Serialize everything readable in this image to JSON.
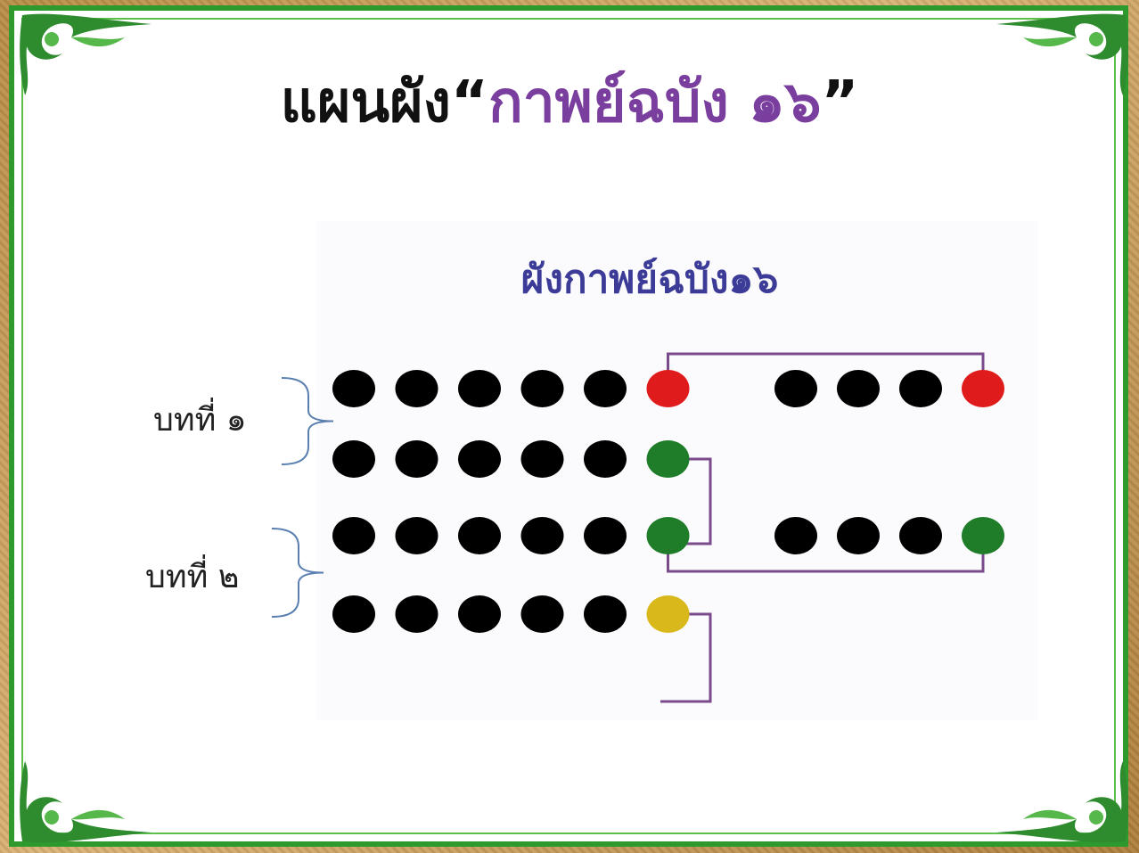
{
  "title": {
    "prefix": "แผนผัง",
    "open_quote": "“",
    "highlight": "กาพย์ฉบัง ๑๖",
    "close_quote": "”"
  },
  "diagram": {
    "heading": "ผังกาพย์ฉบัง๑๖",
    "stanza_labels": [
      "บทที่ ๑",
      "บทที่ ๒"
    ],
    "rows": [
      {
        "groups": [
          [
            "black",
            "black",
            "black",
            "black",
            "black",
            "red"
          ],
          [
            "black",
            "black",
            "black",
            "red"
          ]
        ]
      },
      {
        "groups": [
          [
            "black",
            "black",
            "black",
            "black",
            "black",
            "green"
          ]
        ]
      },
      {
        "groups": [
          [
            "black",
            "black",
            "black",
            "black",
            "black",
            "green"
          ],
          [
            "black",
            "black",
            "black",
            "green"
          ]
        ]
      },
      {
        "groups": [
          [
            "black",
            "black",
            "black",
            "black",
            "black",
            "yellow"
          ]
        ]
      }
    ],
    "colors": {
      "black": "#000000",
      "red": "#e01b1b",
      "green": "#1f7d2a",
      "yellow": "#d9b81c",
      "link": "#7a4a8c",
      "bracket": "#5a7fb0",
      "border": "#2e9a2e",
      "title_highlight": "#7a3e9e",
      "heading": "#3c3c98"
    }
  }
}
